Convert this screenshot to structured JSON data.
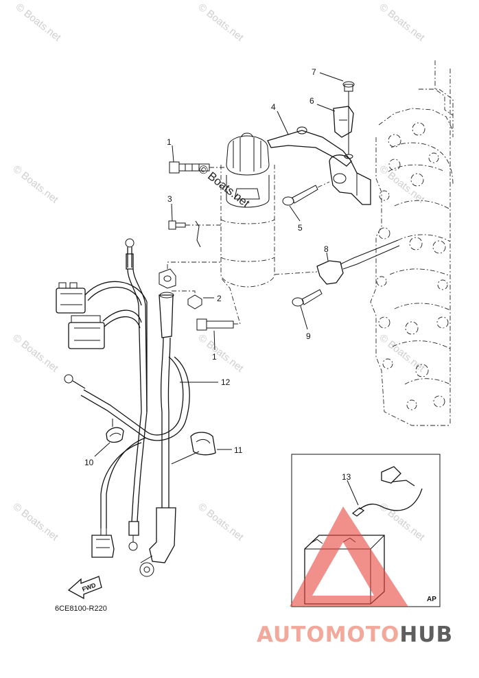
{
  "diagram": {
    "code": "6CE8100-R220",
    "direction_badge": "FWD",
    "inset_badge": "AP",
    "callouts": [
      "1",
      "1",
      "2",
      "3",
      "4",
      "5",
      "6",
      "7",
      "8",
      "9",
      "10",
      "11",
      "12",
      "13"
    ]
  },
  "watermarks": {
    "text": "© Boats.net",
    "count": 12
  },
  "brand": {
    "part1": "AUTOMOTO",
    "part2": "HUB",
    "color1": "#f2a89a",
    "color2": "#5e5e5e",
    "logo_color": "#e8463c"
  }
}
